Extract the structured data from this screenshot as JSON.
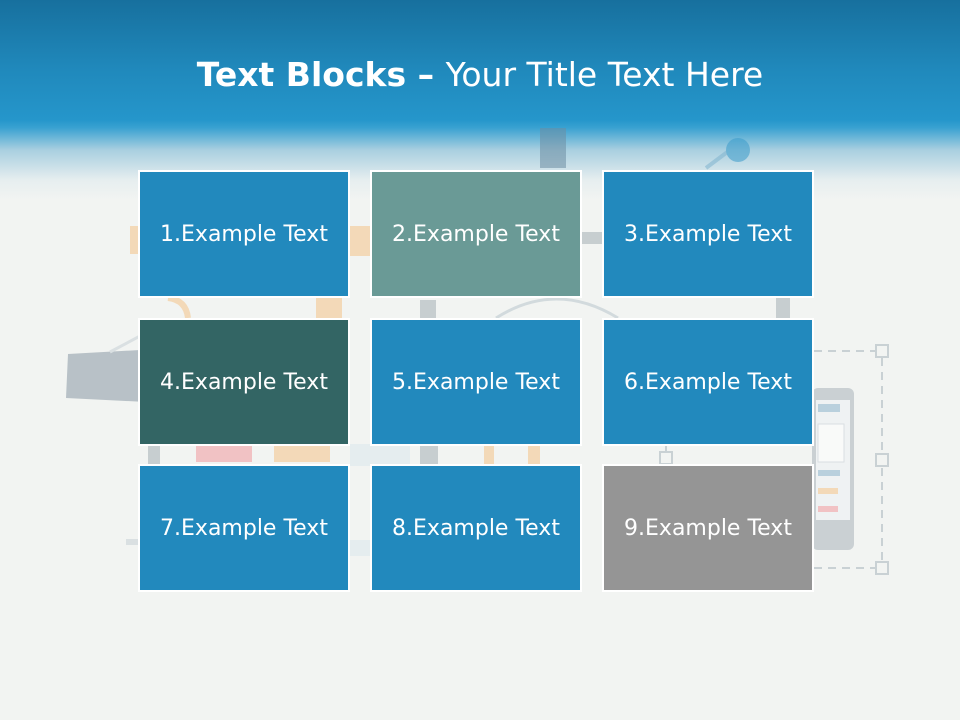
{
  "title": {
    "bold": "Text Blocks",
    "dash": " – ",
    "rest": "Your Title Text Here"
  },
  "colors": {
    "header": "#2089bc",
    "block_blue": "#2289bd",
    "block_teal": "#6a9a96",
    "block_dark_teal": "#336564",
    "block_grey": "#959595",
    "background": "#f2f4f2"
  },
  "blocks": [
    {
      "label": "1.Example Text",
      "color": "blue"
    },
    {
      "label": "2.Example Text",
      "color": "teal"
    },
    {
      "label": "3.Example Text",
      "color": "blue"
    },
    {
      "label": "4.Example Text",
      "color": "dark-teal"
    },
    {
      "label": "5.Example Text",
      "color": "blue"
    },
    {
      "label": "6.Example Text",
      "color": "blue"
    },
    {
      "label": "7.Example Text",
      "color": "blue"
    },
    {
      "label": "8.Example Text",
      "color": "blue"
    },
    {
      "label": "9.Example Text",
      "color": "grey"
    }
  ]
}
